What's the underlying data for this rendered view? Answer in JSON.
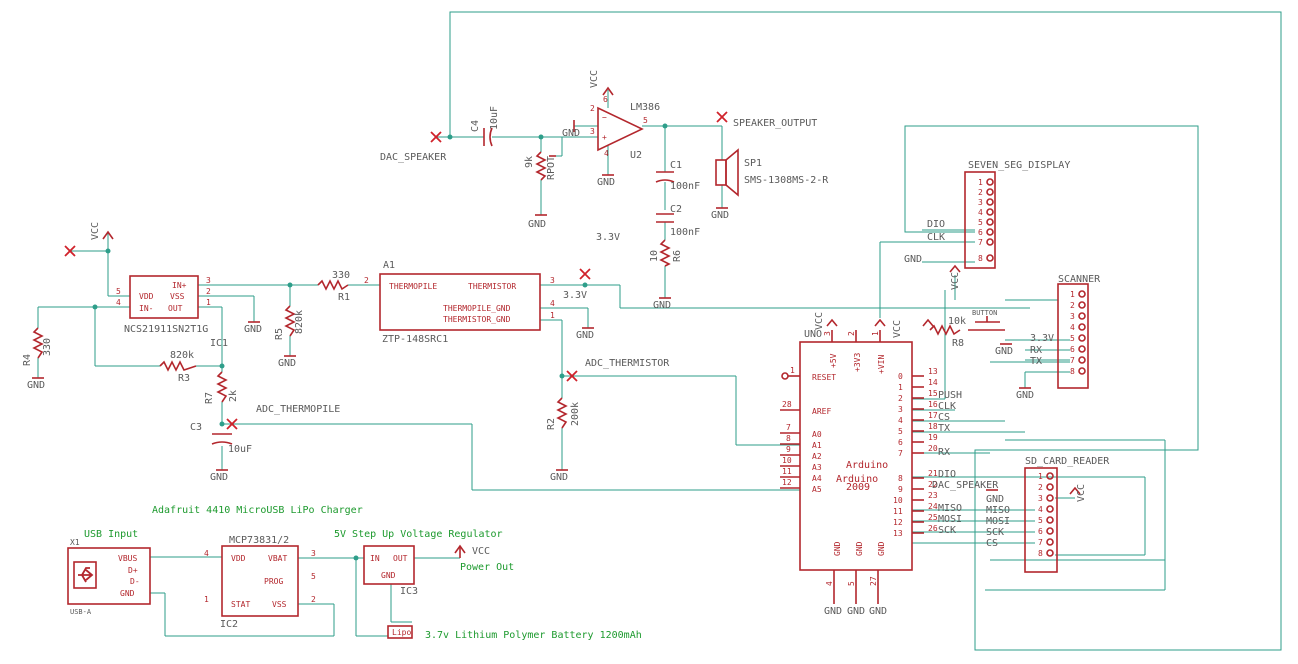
{
  "components": {
    "lm386": {
      "name": "LM386",
      "ref": "U2",
      "pins": [
        "2",
        "3",
        "4",
        "5",
        "6"
      ]
    },
    "c4": {
      "ref": "C4",
      "value": "10uF"
    },
    "rpot": {
      "ref": "RPOT",
      "value": "9k"
    },
    "c1": {
      "ref": "C1",
      "value": "100nF"
    },
    "c2": {
      "ref": "C2",
      "value": "100nF"
    },
    "r6": {
      "ref": "R6",
      "value": "10"
    },
    "sp1": {
      "ref": "SP1",
      "value": "SMS-1308MS-2-R"
    },
    "ic1": {
      "name": "NCS21911SN2T1G",
      "ref": "IC1",
      "pins": [
        "IN+",
        "VSS",
        "OUT",
        "VDD",
        "IN-"
      ],
      "pin_numbers": [
        "3",
        "2",
        "1",
        "5",
        "4"
      ]
    },
    "r1": {
      "ref": "R1",
      "value": "330"
    },
    "r5": {
      "ref": "R5",
      "value": "820k"
    },
    "r4": {
      "ref": "R4",
      "value": "330"
    },
    "r3": {
      "ref": "R3",
      "value": "820k"
    },
    "r7": {
      "ref": "R7",
      "value": "2k"
    },
    "c3": {
      "ref": "C3",
      "value": "10uF"
    },
    "a1": {
      "ref": "A1",
      "name": "ZTP-148SRC1",
      "pins": [
        "THERMOPILE",
        "THERMISTOR",
        "THERMOPILE_GND",
        "THERMISTOR_GND"
      ],
      "pin_numbers": [
        "2",
        "3",
        "4",
        "1"
      ]
    },
    "r2": {
      "ref": "R2",
      "value": "200k"
    },
    "r8": {
      "ref": "R8",
      "value": "10k"
    },
    "button": {
      "name": "BUTTON"
    },
    "arduino": {
      "name": "Arduino",
      "sub": "2009",
      "left_pins": [
        "RESET",
        "AREF",
        "A0",
        "A1",
        "A2",
        "A3",
        "A4",
        "A5"
      ],
      "left_nums": [
        "1",
        "28",
        "7",
        "8",
        "9",
        "10",
        "11",
        "12"
      ],
      "top_pins": [
        "+5V",
        "+3V3",
        "+VIN"
      ],
      "top_nums": [
        "3",
        "2",
        "1"
      ],
      "right_pins": [
        "0",
        "1",
        "2",
        "3",
        "4",
        "5",
        "6",
        "7",
        "8",
        "9",
        "10",
        "11",
        "12",
        "13"
      ],
      "right_nums": [
        "13",
        "14",
        "15",
        "16",
        "17",
        "18",
        "19",
        "20",
        "21",
        "22",
        "23",
        "24",
        "25",
        "26"
      ],
      "bottom_pins": [
        "GND",
        "GND",
        "GND"
      ],
      "bottom_nums": [
        "4",
        "5",
        "27"
      ],
      "top_labels": [
        "UNO",
        "VCC"
      ]
    },
    "seven_seg": {
      "name": "SEVEN_SEG_DISPLAY",
      "pins": [
        "1",
        "2",
        "3",
        "4",
        "5",
        "6",
        "7",
        "8"
      ]
    },
    "scanner": {
      "name": "SCANNER",
      "pins": [
        "1",
        "2",
        "3",
        "4",
        "5",
        "6",
        "7",
        "8"
      ]
    },
    "sd_reader": {
      "name": "SD_CARD_READER",
      "pins": [
        "1",
        "2",
        "3",
        "4",
        "5",
        "6",
        "7",
        "8"
      ]
    },
    "usb": {
      "ref": "X1",
      "type": "USB-A",
      "pins": [
        "VBUS",
        "D+",
        "D-",
        "GND"
      ]
    },
    "mcp": {
      "name": "MCP73831/2",
      "ref": "IC2",
      "pins": [
        "VDD",
        "VBAT",
        "PROG",
        "STAT",
        "VSS"
      ],
      "pin_numbers": [
        "4",
        "3",
        "5",
        "1",
        "2"
      ]
    },
    "ic3": {
      "ref": "IC3",
      "pins": [
        "IN",
        "OUT",
        "GND"
      ]
    },
    "lipo": {
      "label": "Lipo"
    }
  },
  "net_labels": {
    "dac_speaker": "DAC_SPEAKER",
    "speaker_output": "SPEAKER_OUTPUT",
    "adc_thermistor": "ADC_THERMISTOR",
    "adc_thermopile": "ADC_THERMOPILE",
    "v33": "3.3V",
    "vcc": "VCC",
    "gnd": "GND",
    "dio": "DIO",
    "clk": "CLK",
    "push": "PUSH",
    "cs": "CS",
    "tx": "TX",
    "rx": "RX",
    "miso": "MISO",
    "mosi": "MOSI",
    "sck": "SCK",
    "dac_speaker_short": "DAC_SPEAKER",
    "power_out": "Power Out"
  },
  "notes": {
    "charger": "Adafruit 4410 MicroUSB LiPo Charger",
    "usb_input": "USB Input",
    "regulator": "5V Step Up Voltage Regulator",
    "battery": "3.7v Lithium Polymer Battery 1200mAh"
  }
}
